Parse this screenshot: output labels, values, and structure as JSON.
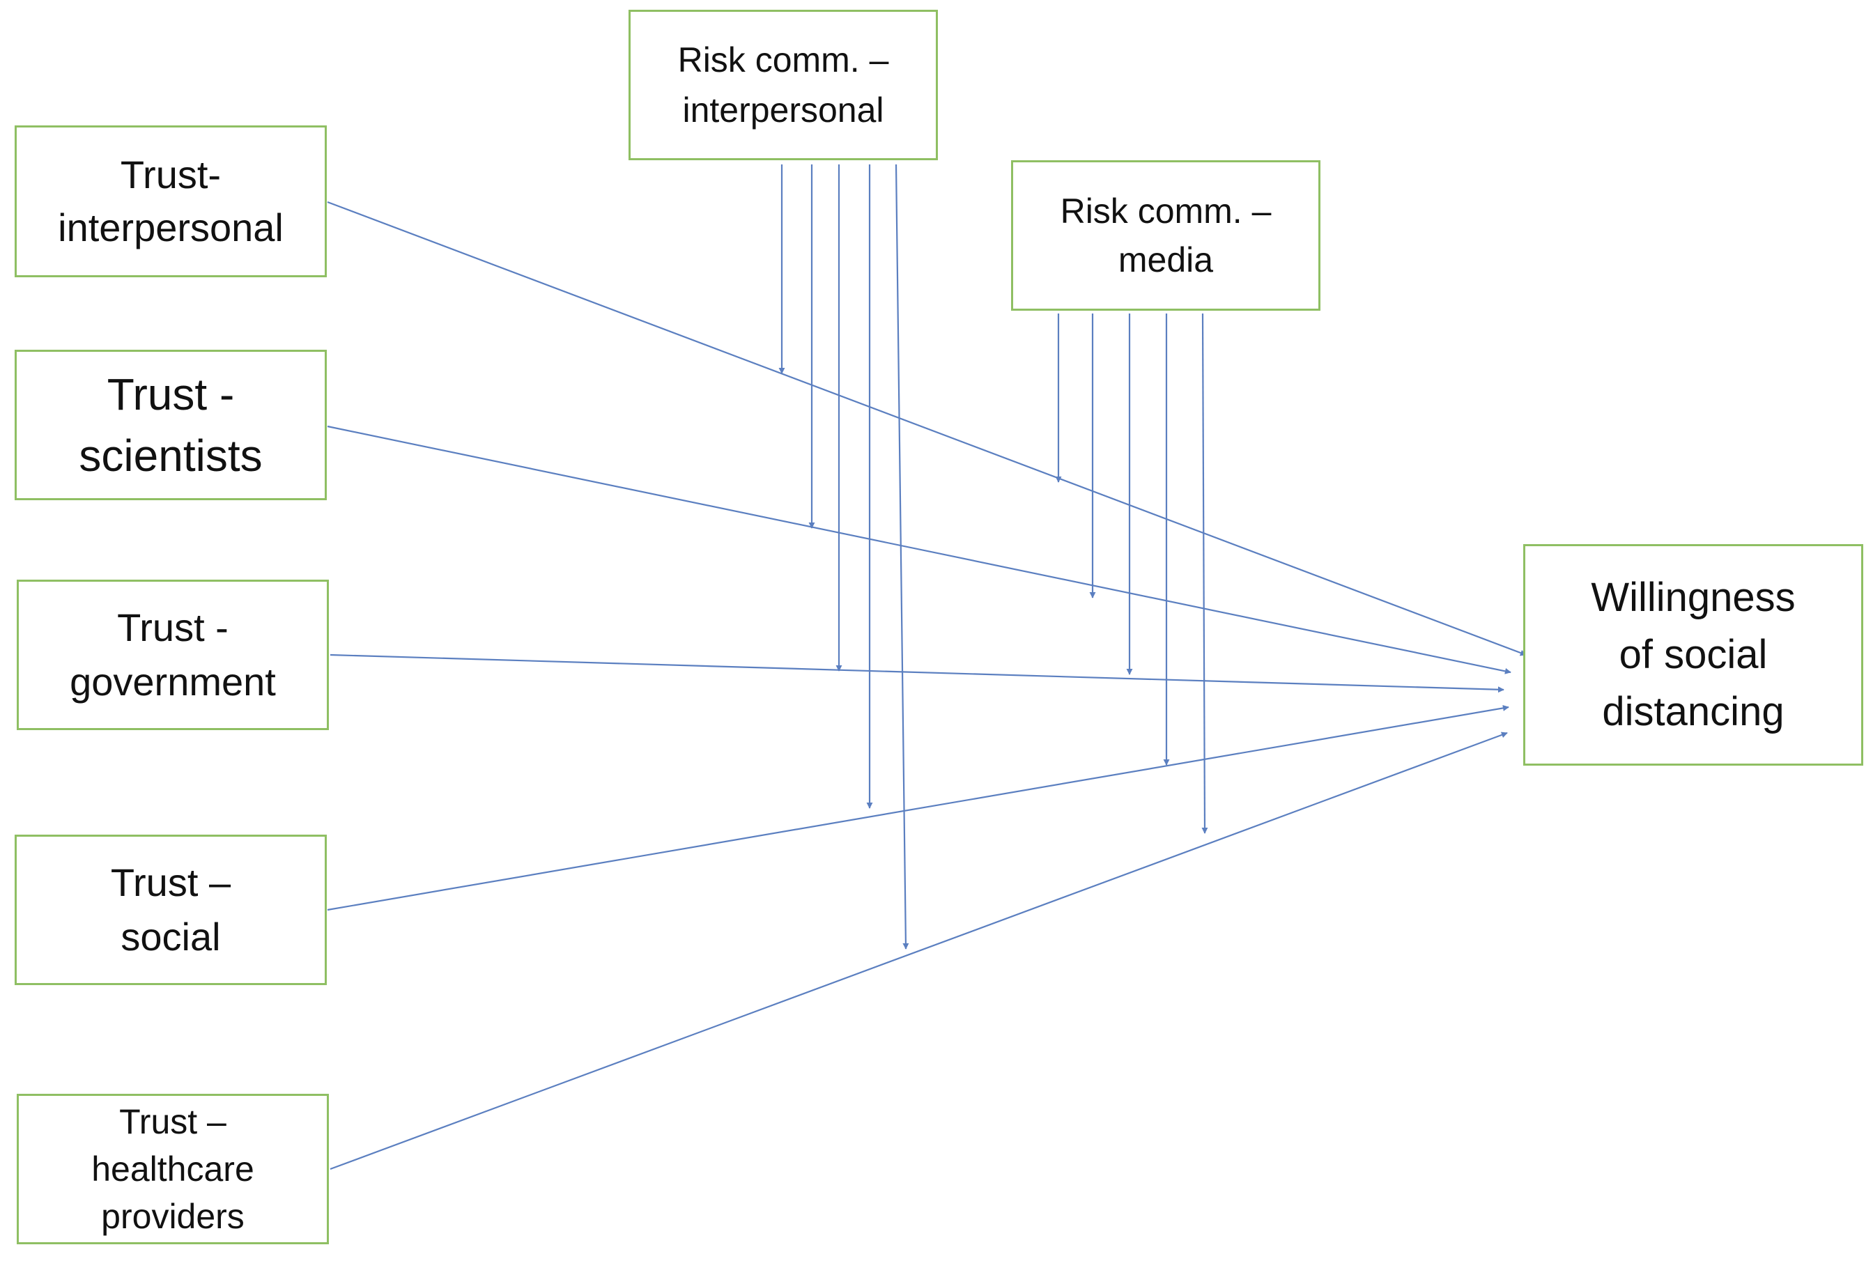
{
  "diagram": {
    "predictors": [
      {
        "id": "trust-interpersonal",
        "label": "Trust-\ninterpersonal"
      },
      {
        "id": "trust-scientists",
        "label": "Trust -\nscientists"
      },
      {
        "id": "trust-government",
        "label": "Trust -\ngovernment"
      },
      {
        "id": "trust-social",
        "label": "Trust –\nsocial"
      },
      {
        "id": "trust-healthcare",
        "label": "Trust –\nhealthcare\nproviders"
      }
    ],
    "moderators": [
      {
        "id": "risk-interpersonal",
        "label": "Risk comm. –\ninterpersonal"
      },
      {
        "id": "risk-media",
        "label": "Risk comm. –\nmedia"
      }
    ],
    "outcome": {
      "id": "willingness",
      "label": "Willingness\nof social\ndistancing"
    },
    "colors": {
      "box_border": "#8fbf63",
      "arrow": "#5b7fc0",
      "text": "#111111"
    }
  }
}
